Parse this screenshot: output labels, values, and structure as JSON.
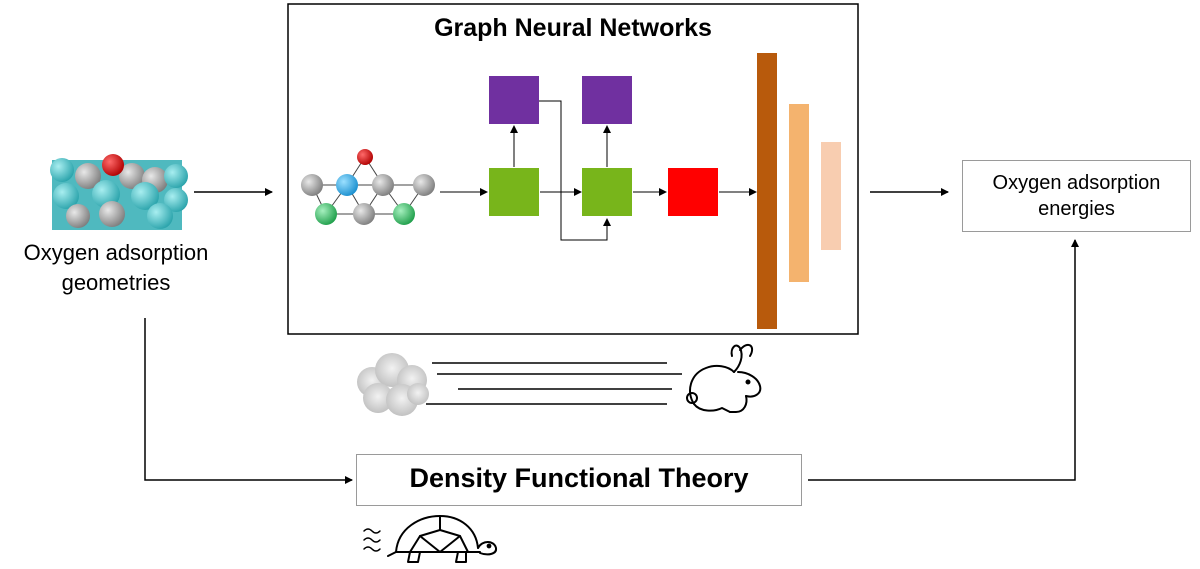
{
  "diagram": {
    "input": {
      "label_line1": "Oxygen adsorption",
      "label_line2": "geometries"
    },
    "gnn": {
      "title": "Graph Neural Networks"
    },
    "output": {
      "label_line1": "Oxygen adsorption",
      "label_line2": "energies"
    },
    "dft": {
      "label": "Density Functional Theory"
    },
    "icons": [
      "adsorption-structure-icon",
      "molecular-graph-icon",
      "dust-cloud-icon",
      "rabbit-icon",
      "turtle-icon",
      "wind-icon"
    ],
    "colors": {
      "block_green": "#78b51b",
      "block_purple": "#7030a0",
      "block_red": "#ff0000",
      "bar_dark": "#b85a0c",
      "bar_mid": "#f4b36e",
      "bar_light": "#f8cdb0",
      "atom_gray": "#9e9e9e",
      "atom_blue": "#3fb4e6",
      "atom_green": "#3ec46a",
      "atom_red": "#dd1c1c",
      "atom_cyan": "#45c3c9"
    }
  }
}
